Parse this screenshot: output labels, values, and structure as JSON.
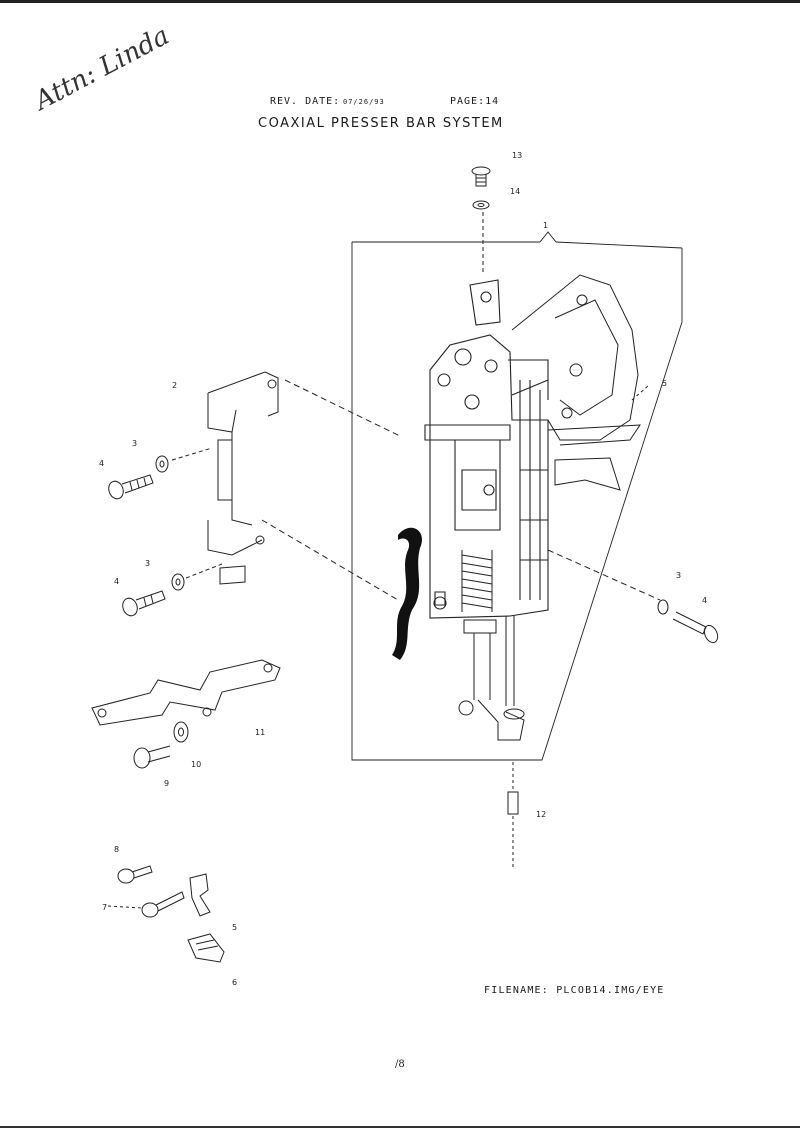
{
  "header": {
    "rev_date_label": "REV. DATE:",
    "rev_date_value": "07/26/93",
    "page_label": "PAGE:14",
    "title": "COAXIAL PRESSER BAR SYSTEM"
  },
  "handwriting": "Attn: Linda",
  "callouts": {
    "c1": "1",
    "c2": "2",
    "c3a": "3",
    "c3b": "3",
    "c3c": "3",
    "c4a": "4",
    "c4b": "4",
    "c4c": "4",
    "c5a": "5",
    "c5b": "5",
    "c6": "6",
    "c7": "7",
    "c8": "8",
    "c9": "9",
    "c10": "10",
    "c11": "11",
    "c12": "12",
    "c13": "13",
    "c14": "14"
  },
  "footer": {
    "filename": "FILENAME: PLCOB14.IMG/EYE",
    "page_number": "/8"
  }
}
